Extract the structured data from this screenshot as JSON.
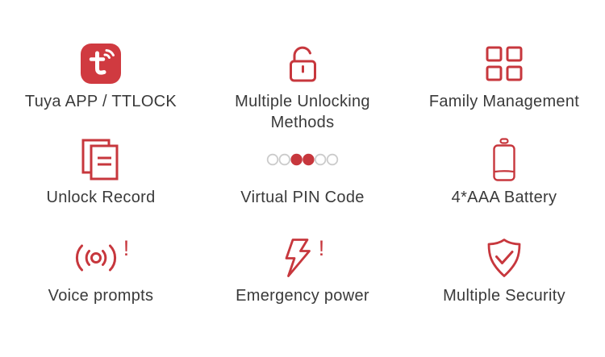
{
  "page": {
    "background": "#ffffff"
  },
  "colors": {
    "accent_red": "#c7373d",
    "tuya_brand_red": "#d03a40",
    "text": "#3a3a3a",
    "pin_dot_outline": "#cbcbcb",
    "pin_dot_filled": "#c7373d"
  },
  "features": [
    {
      "label": "Tuya APP / TTLOCK",
      "icon": "tuya-app-icon"
    },
    {
      "label": "Multiple Unlocking Methods",
      "icon": "open-padlock-icon"
    },
    {
      "label": "Family Management",
      "icon": "grid-squares-icon"
    },
    {
      "label": "Unlock Record",
      "icon": "documents-icon"
    },
    {
      "label": "Virtual PIN Code",
      "icon": "pin-dots-icon"
    },
    {
      "label": "4*AAA Battery",
      "icon": "battery-icon"
    },
    {
      "label": "Voice prompts",
      "icon": "voice-waves-icon",
      "exclamation": "!"
    },
    {
      "label": "Emergency power",
      "icon": "lightning-icon",
      "exclamation": "!"
    },
    {
      "label": "Multiple Security",
      "icon": "shield-check-icon"
    }
  ],
  "pin_dots": {
    "count": 6,
    "states": [
      "outline",
      "outline",
      "filled",
      "filled",
      "outline",
      "outline"
    ]
  }
}
